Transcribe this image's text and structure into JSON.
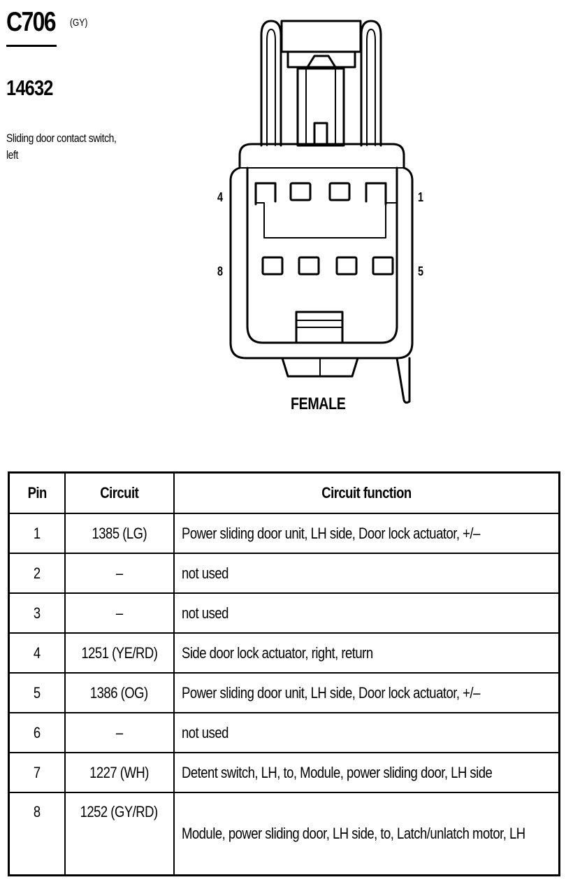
{
  "header": {
    "connector_id": "C706",
    "connector_color": "(GY)",
    "part_number": "14632",
    "description": "Sliding door contact switch, left"
  },
  "diagram": {
    "pin_labels": {
      "top_left": "4",
      "top_right": "1",
      "bottom_left": "8",
      "bottom_right": "5"
    },
    "gender": "FEMALE"
  },
  "table": {
    "headers": [
      "Pin",
      "Circuit",
      "Circuit function"
    ],
    "rows": [
      {
        "pin": "1",
        "circuit": "1385 (LG)",
        "function": "Power sliding door unit, LH side, Door lock actuator, +/–"
      },
      {
        "pin": "2",
        "circuit": "–",
        "function": "not used"
      },
      {
        "pin": "3",
        "circuit": "–",
        "function": "not used"
      },
      {
        "pin": "4",
        "circuit": "1251 (YE/RD)",
        "function": "Side door lock actuator, right, return"
      },
      {
        "pin": "5",
        "circuit": "1386 (OG)",
        "function": "Power sliding door unit, LH side, Door lock actuator, +/–"
      },
      {
        "pin": "6",
        "circuit": "–",
        "function": "not used"
      },
      {
        "pin": "7",
        "circuit": "1227 (WH)",
        "function": "Detent switch, LH, to, Module, power sliding door, LH side"
      },
      {
        "pin": "8",
        "circuit": "1252 (GY/RD)",
        "function": "Module, power sliding door, LH side, to, Latch/unlatch motor, LH"
      }
    ]
  }
}
